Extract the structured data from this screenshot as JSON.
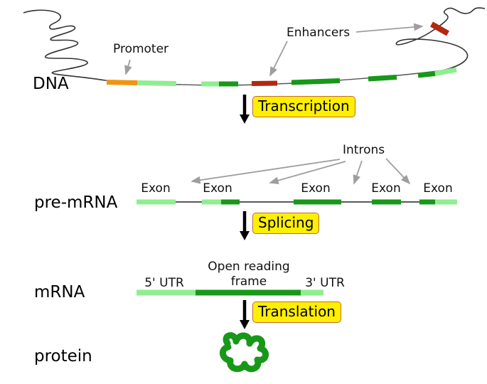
{
  "rows": {
    "dna": "DNA",
    "pre_mrna": "pre-mRNA",
    "mrna": "mRNA",
    "protein": "protein"
  },
  "annotations": {
    "promoter": "Promoter",
    "enhancers": "Enhancers",
    "introns": "Introns",
    "exons": [
      "Exon",
      "Exon",
      "Exon",
      "Exon",
      "Exon"
    ],
    "utr5": "5' UTR",
    "orf_line1": "Open reading",
    "orf_line2": "frame",
    "utr3": "3' UTR"
  },
  "process_steps": {
    "transcription": "Transcription",
    "splicing": "Splicing",
    "translation": "Translation"
  },
  "colors": {
    "promoter_orange": "#F09414",
    "exon_light_green": "#90EE90",
    "exon_dark_green": "#189818",
    "enhancer_dark_red": "#B22810",
    "step_box_yellow": "#FFEF00",
    "step_box_border": "#C06A33",
    "annotation_arrow_grey": "#9E9E9E",
    "line_black": "#333333",
    "protein_green": "#189818"
  }
}
